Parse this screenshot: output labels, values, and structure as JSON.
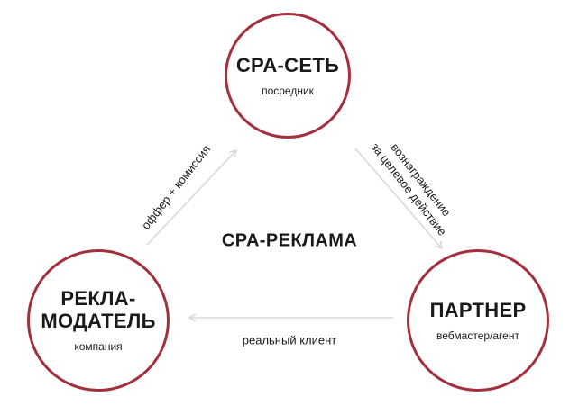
{
  "colors": {
    "circle_border": "#a3303d",
    "arrow": "#d9d9d9",
    "text": "#1a1a1a"
  },
  "center": {
    "title": "CPA-РЕКЛАМА"
  },
  "nodes": {
    "network": {
      "title": "CPA-СЕТЬ",
      "subtitle": "посредник"
    },
    "advertiser": {
      "title": "РЕКЛА-\nМОДАТЕЛЬ",
      "subtitle": "компания"
    },
    "partner": {
      "title": "ПАРТНЕР",
      "subtitle": "вебмастер/агент"
    }
  },
  "edges": {
    "advertiser_to_network": "оффер + комиссия",
    "network_to_partner": {
      "line1": "вознаграждение",
      "line2": "за целевое действие"
    },
    "partner_to_advertiser": "реальный клиент"
  }
}
